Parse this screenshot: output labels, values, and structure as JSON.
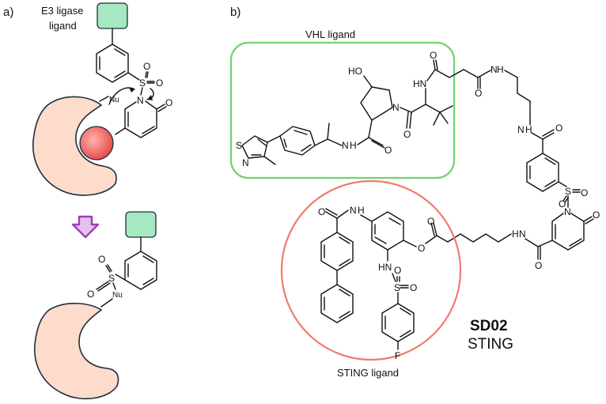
{
  "panel_a": {
    "label": "a)",
    "e3_label_line1": "E3 ligase",
    "e3_label_line2": "ligand",
    "nu_top": "Nu",
    "nu_bottom": "Nu",
    "n_atom": "N",
    "o_atom": "O",
    "s_atom": "S",
    "o1": "O",
    "o2": "O",
    "s_atom_b": "S",
    "o1_b": "O",
    "o2_b": "O"
  },
  "panel_b": {
    "label": "b)",
    "vhl_label": "VHL ligand",
    "sting_label": "STING ligand",
    "compound_name": "SD02",
    "compound_target": "STING",
    "atoms": {
      "ho": "HO",
      "n_pro": "N",
      "nh_amide1": "N",
      "h_amide1": "H",
      "o_amide1": "O",
      "o_amide2": "O",
      "hn_top": "HN",
      "o_succ1": "O",
      "o_succ2": "O",
      "n_link": "N",
      "h_link": "H",
      "hn_link2": "N",
      "h_link2": "H",
      "o_bz": "O",
      "s_thz": "S",
      "n_thz": "N",
      "s_sulf": "S",
      "o_s1": "O",
      "o_s2": "O",
      "n_pyr": "N",
      "o_pyr": "O",
      "o_am3": "O",
      "n_am3": "N",
      "h_am3": "H",
      "o_est1": "O",
      "o_est2": "O",
      "hn_st": "H",
      "n_st": "N",
      "o_st": "O",
      "hn_sul": "HN",
      "s_st": "S",
      "o_st1": "O",
      "o_st2": "O",
      "f": "F"
    }
  },
  "colors": {
    "protein_fill": "#fddccb",
    "protein_stroke": "#1f2d3d",
    "e3_box_fill": "#a6e8c1",
    "e3_box_stroke": "#1f2d3d",
    "ligand_ball": "#f06b6b",
    "vhl_box": "#6fd36f",
    "sting_circle": "#ef7b6e",
    "arrow_fill": "#e8c0f0",
    "arrow_stroke": "#9b3fb5"
  }
}
